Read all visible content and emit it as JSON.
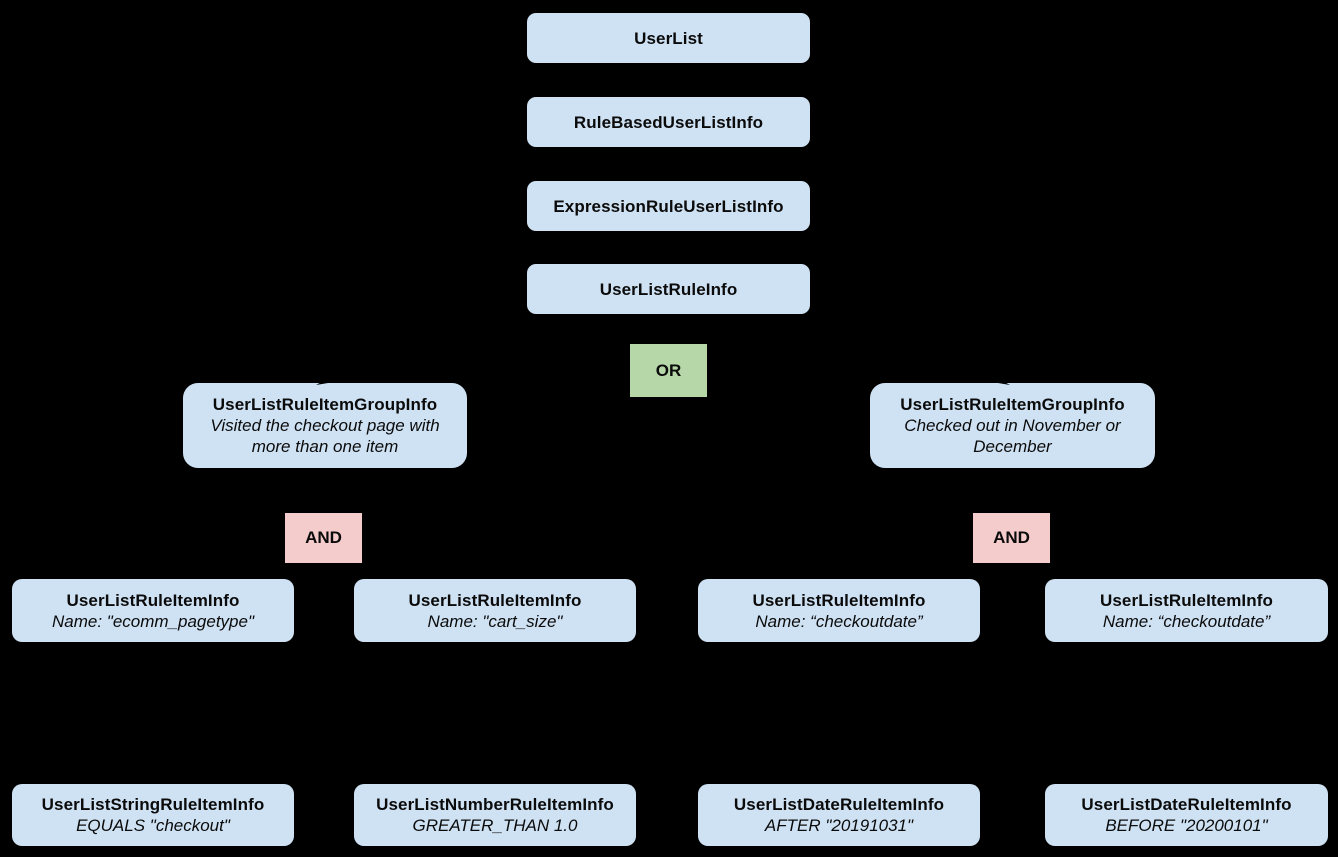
{
  "diagram": {
    "description": "UserList rule hierarchy diagram",
    "colors": {
      "background": "#000000",
      "node_fill": "#cfe2f3",
      "or_fill": "#b6d7a8",
      "and_fill": "#f4cccc",
      "text": "#000000"
    },
    "chain": [
      {
        "title": "UserList"
      },
      {
        "title": "RuleBasedUserListInfo"
      },
      {
        "title": "ExpressionRuleUserListInfo"
      },
      {
        "title": "UserListRuleInfo"
      }
    ],
    "operators": {
      "or": "OR",
      "and_left": "AND",
      "and_right": "AND"
    },
    "groups": [
      {
        "title": "UserListRuleItemGroupInfo",
        "subtitle": "Visited the checkout page with more than one item"
      },
      {
        "title": "UserListRuleItemGroupInfo",
        "subtitle": "Checked out in November or December"
      }
    ],
    "rule_items": [
      {
        "title": "UserListRuleItemInfo",
        "subtitle": "Name: \"ecomm_pagetype\""
      },
      {
        "title": "UserListRuleItemInfo",
        "subtitle": "Name: \"cart_size\""
      },
      {
        "title": "UserListRuleItemInfo",
        "subtitle": "Name: “checkoutdate”"
      },
      {
        "title": "UserListRuleItemInfo",
        "subtitle": "Name: “checkoutdate”"
      }
    ],
    "leaf_items": [
      {
        "title": "UserListStringRuleItemInfo",
        "subtitle": "EQUALS \"checkout\""
      },
      {
        "title": "UserListNumberRuleItemInfo",
        "subtitle": "GREATER_THAN 1.0"
      },
      {
        "title": "UserListDateRuleItemInfo",
        "subtitle": "AFTER \"20191031\""
      },
      {
        "title": "UserListDateRuleItemInfo",
        "subtitle": "BEFORE \"20200101\""
      }
    ]
  }
}
